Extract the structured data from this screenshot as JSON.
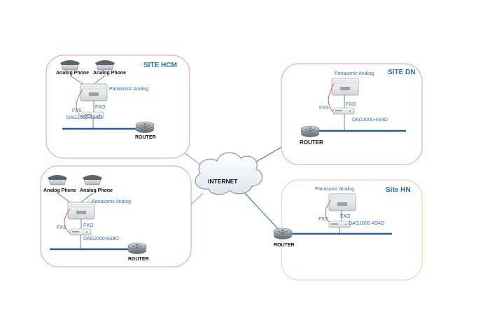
{
  "colors": {
    "site_border": "#e79a9a",
    "site_border_hn": "#efc4a8",
    "lan_line": "#1f5fa8",
    "wan_line": "#6ea7d8",
    "title_blue": "#1f6fb5",
    "fxs_red": "#c84a4a"
  },
  "internet": {
    "label": "INTERNET",
    "icon": "cloud-icon"
  },
  "sites": {
    "hcm": {
      "title": "SITE HCM",
      "phone1": "Analog Phone",
      "phone2": "Analog Phone",
      "pbx": "Panasonic Analog",
      "fxs": "FXS",
      "fxo": "FXO",
      "gateway": "DAG1000-4S4O",
      "router": "ROUTER"
    },
    "dn": {
      "title": "SITE DN",
      "pbx": "Panasonic Analog",
      "fxs": "FXS",
      "fxo": "FXO",
      "gateway": "DAG1000-4S4O",
      "router": "ROUTER"
    },
    "bottom_left": {
      "phone1": "Analog Phone",
      "phone2": "Analog Phone",
      "pbx": "Panasonic Analog",
      "fxs": "FXS",
      "fxo": "FXO",
      "gateway": "DAG2000-8S8O",
      "router": "ROUTER"
    },
    "hn": {
      "title": "Site HN",
      "pbx": "Panasonic Analog",
      "fxs": "FXS",
      "fxo": "FXO",
      "gateway": "DAG1000-4S4O",
      "router": "ROUTER"
    }
  }
}
